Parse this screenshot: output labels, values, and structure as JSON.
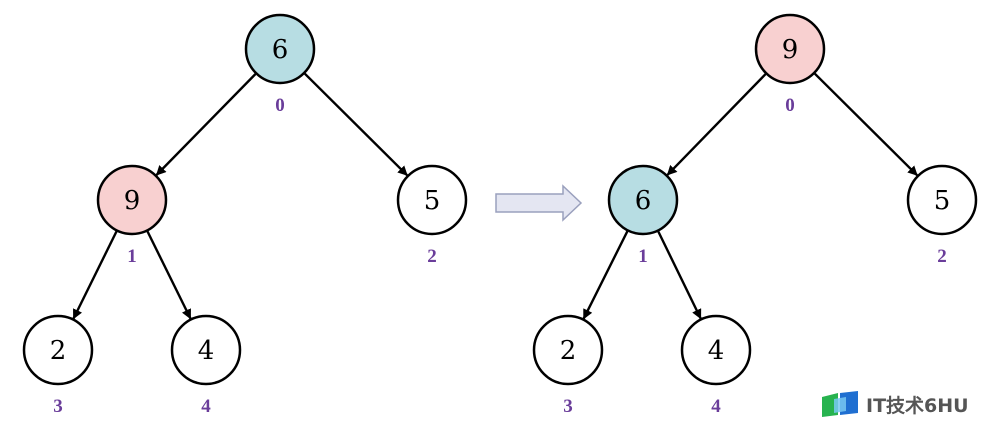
{
  "colors": {
    "highlight_swapped_up": "#f8d0d0",
    "highlight_swapped_down": "#b7dde3",
    "normal_node": "#ffffff",
    "index_label": "#6a3d9a",
    "transition_arrow_fill": "#e4e6f2",
    "transition_arrow_stroke": "#9aa0bd"
  },
  "diagrams": [
    {
      "name": "before",
      "nodes": [
        {
          "value": "6",
          "index": "0",
          "fill": "highlight_swapped_down"
        },
        {
          "value": "9",
          "index": "1",
          "fill": "highlight_swapped_up"
        },
        {
          "value": "5",
          "index": "2",
          "fill": "normal_node"
        },
        {
          "value": "2",
          "index": "3",
          "fill": "normal_node"
        },
        {
          "value": "4",
          "index": "4",
          "fill": "normal_node"
        }
      ],
      "edges": [
        [
          0,
          1
        ],
        [
          0,
          2
        ],
        [
          1,
          3
        ],
        [
          1,
          4
        ]
      ]
    },
    {
      "name": "after",
      "nodes": [
        {
          "value": "9",
          "index": "0",
          "fill": "highlight_swapped_up"
        },
        {
          "value": "6",
          "index": "1",
          "fill": "highlight_swapped_down"
        },
        {
          "value": "5",
          "index": "2",
          "fill": "normal_node"
        },
        {
          "value": "2",
          "index": "3",
          "fill": "normal_node"
        },
        {
          "value": "4",
          "index": "4",
          "fill": "normal_node"
        }
      ],
      "edges": [
        [
          0,
          1
        ],
        [
          0,
          2
        ],
        [
          1,
          3
        ],
        [
          1,
          4
        ]
      ]
    }
  ],
  "watermark": {
    "text": "IT技术6HU",
    "icon": "blue-green-book-logo-icon"
  }
}
